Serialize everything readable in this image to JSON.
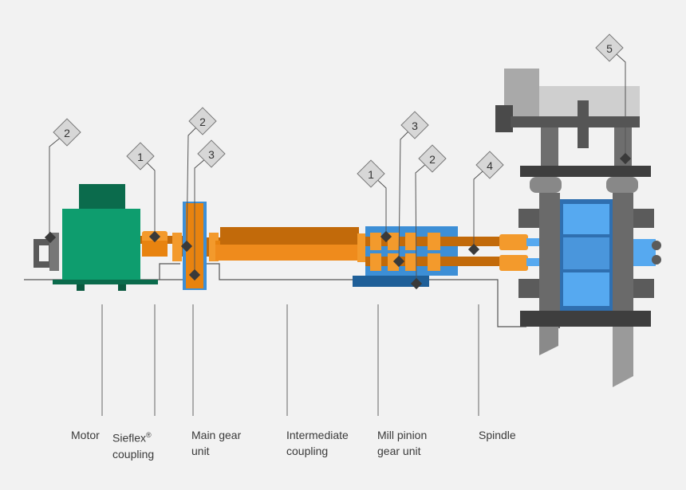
{
  "labels": {
    "motor": "Motor",
    "sieflex_line1": "Sieflex",
    "sieflex_reg": "®",
    "sieflex_line2": "coupling",
    "main_gear_line1": "Main gear",
    "main_gear_line2": "unit",
    "intermediate_line1": "Intermediate",
    "intermediate_line2": "coupling",
    "mill_pinion_line1": "Mill pinion",
    "mill_pinion_line2": "gear unit",
    "spindle": "Spindle"
  },
  "callouts": [
    {
      "id": "motor-left",
      "number": "2"
    },
    {
      "id": "motor-right",
      "number": "1"
    },
    {
      "id": "main-gear-a",
      "number": "2"
    },
    {
      "id": "main-gear-b",
      "number": "3"
    },
    {
      "id": "pinion-a",
      "number": "1"
    },
    {
      "id": "pinion-b",
      "number": "3"
    },
    {
      "id": "pinion-c",
      "number": "2"
    },
    {
      "id": "spindle",
      "number": "4"
    },
    {
      "id": "stand",
      "number": "5"
    }
  ],
  "colors": {
    "background": "#f2f2f2",
    "motor_green": "#0e9d6e",
    "motor_dark": "#0b6b4c",
    "shaft_orange": "#e8830f",
    "shaft_dark": "#c26a0a",
    "coupling_orange": "#f39a2c",
    "gear_blue": "#3d8fd6",
    "roll_blue": "#56a9f0",
    "stand_grey": "#6e6e6e",
    "stand_dark": "#4a4a4a",
    "stand_light": "#b9b9b9",
    "badge_fill": "#d7d7d7",
    "line": "#555555"
  }
}
